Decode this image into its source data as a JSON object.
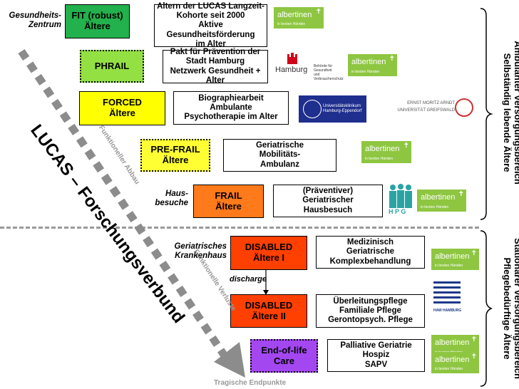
{
  "side_labels": {
    "gesundheitszentrum": "Gesundheits-\nZentrum",
    "hausbesuche": "Haus-\nbesuche",
    "krankenhaus": "Geriatrisches\nKrankenhaus",
    "discharge": "discharge"
  },
  "categories": [
    {
      "label": "FIT (robust)\nÄltere",
      "color": "#22b14c"
    },
    {
      "label": "PHRAIL",
      "color": "#93e043"
    },
    {
      "label": "FORCED\nÄltere",
      "color": "#ffff00"
    },
    {
      "label": "PRE-FRAIL\nÄltere",
      "color": "#ffff33"
    },
    {
      "label": "FRAIL\nÄltere",
      "color": "#ff7a1a"
    },
    {
      "label": "DISABLED\nÄltere I",
      "color": "#ff4000"
    },
    {
      "label": "DISABLED\nÄltere II",
      "color": "#ff4000"
    },
    {
      "label": "End-of-life\nCare",
      "color": "#a347f0"
    }
  ],
  "descriptions": [
    "Altern der LUCAS Langzeit-\nKohorte seit 2000\nAktive Gesundheitsförderung\nim Alter",
    "Pakt für Prävention der\nStadt Hamburg\nNetzwerk Gesundheit + Alter",
    "Biographiearbeit\nAmbulante\nPsychotherapie im Alter",
    "Geriatrische\nMobilitäts-\nAmbulanz",
    "(Präventiver)\nGeriatrischer\nHausbesuch",
    "Medizinisch\nGeriatrische\nKomplexbehandlung",
    "Überleitungspflege\nFamiliale Pflege\nGerontopsych. Pflege",
    "Palliative Geriatrie\nHospiz\nSAPV"
  ],
  "logos": {
    "albertinen": "albertinen",
    "albertinen_sub": "in besten Händen",
    "hamburg_word": "Hamburg",
    "hamburg_behoerde": "Behörde für Gesundheit\nund Verbraucherschutz",
    "uke": "Universitätsklinikum\nHamburg-Eppendorf",
    "greifswald_1": "ERNST MORITZ ARNDT",
    "greifswald_2": "UNIVERSITÄT GREIFSWALD",
    "hpg": "H P G",
    "haw": "HAW HAMBURG"
  },
  "diagonal": {
    "title": "LUCAS – Forschungsverbund",
    "abbau": "Funktioneller Abbau",
    "verluste": "Funktionelle Verluste",
    "endpunkte": "Tragische Endpunkte"
  },
  "right_labels": {
    "top": "Ambulanter Versorgungsbereich\nSelbständig lebende Ältere",
    "bottom": "Stationärer Versorgungsbereich\nPflegebedürftige Ältere"
  }
}
